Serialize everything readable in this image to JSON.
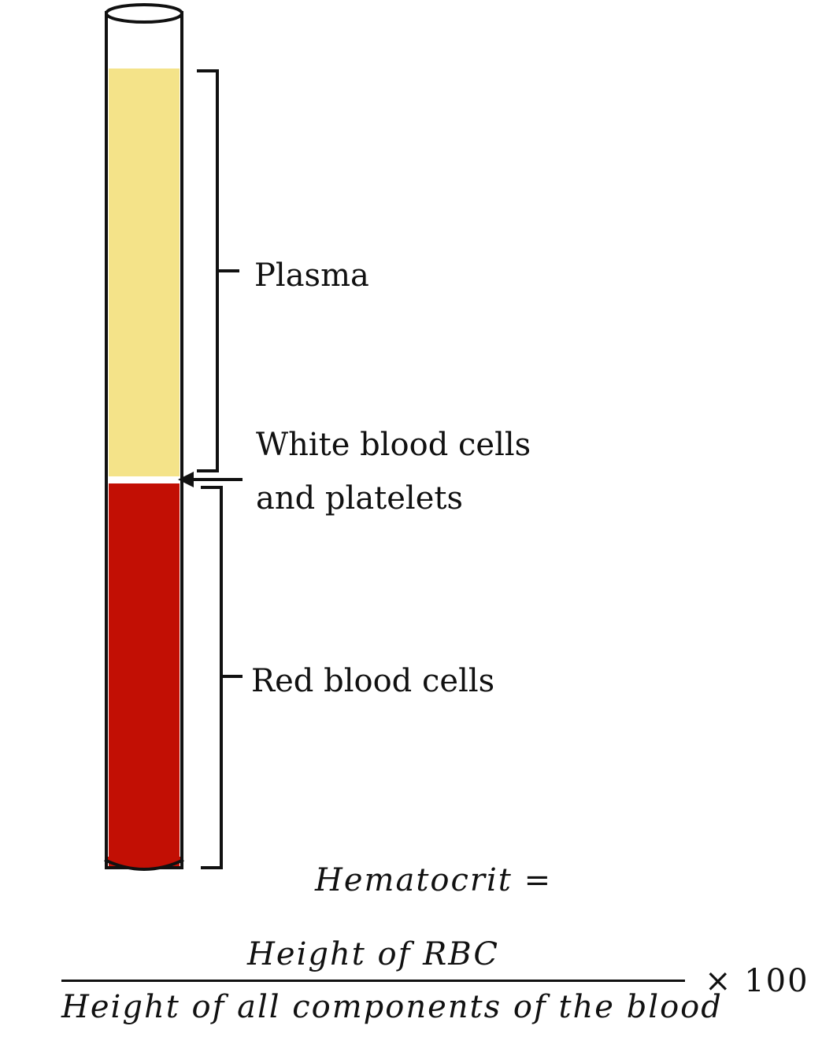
{
  "labels": {
    "plasma": "Plasma",
    "wbc_line1": "White blood cells",
    "wbc_line2": "and platelets",
    "rbc": "Red blood cells"
  },
  "formula": {
    "lhs": "Hematocrit",
    "equals": "=",
    "numerator": "Height of RBC",
    "denominator": "Height of all components of the blood",
    "multiplier": "× 100"
  },
  "colors": {
    "plasma": "#f4e389",
    "red_blood_cells": "#c20f04",
    "buffy_coat": "#ffffff",
    "outline": "#111111"
  }
}
